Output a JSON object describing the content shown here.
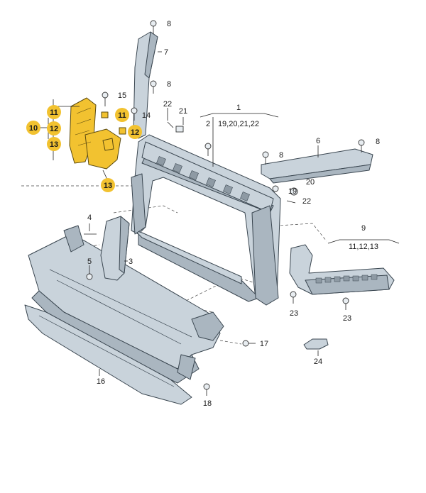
{
  "callouts": {
    "c1": "1",
    "c1_sub": "19,20,21,22",
    "c2": "2",
    "c3": "3",
    "c4": "4",
    "c5": "5",
    "c6": "6",
    "c7": "7",
    "c8a": "8",
    "c8b": "8",
    "c8c": "8",
    "c8d": "8",
    "c9": "9",
    "c9_sub": "11,12,13",
    "c10": "10",
    "c11a": "11",
    "c11b": "11",
    "c12a": "12",
    "c12b": "12",
    "c13a": "13",
    "c13b": "13",
    "c14": "14",
    "c15": "15",
    "c16": "16",
    "c17": "17",
    "c18": "18",
    "c19": "19",
    "c20": "20",
    "c21": "21",
    "c22a": "22",
    "c22b": "22",
    "c23a": "23",
    "c23b": "23",
    "c24": "24"
  },
  "colors": {
    "highlight": "#f2c230",
    "part_fill": "#c9d3db",
    "outline": "#3a4650"
  }
}
